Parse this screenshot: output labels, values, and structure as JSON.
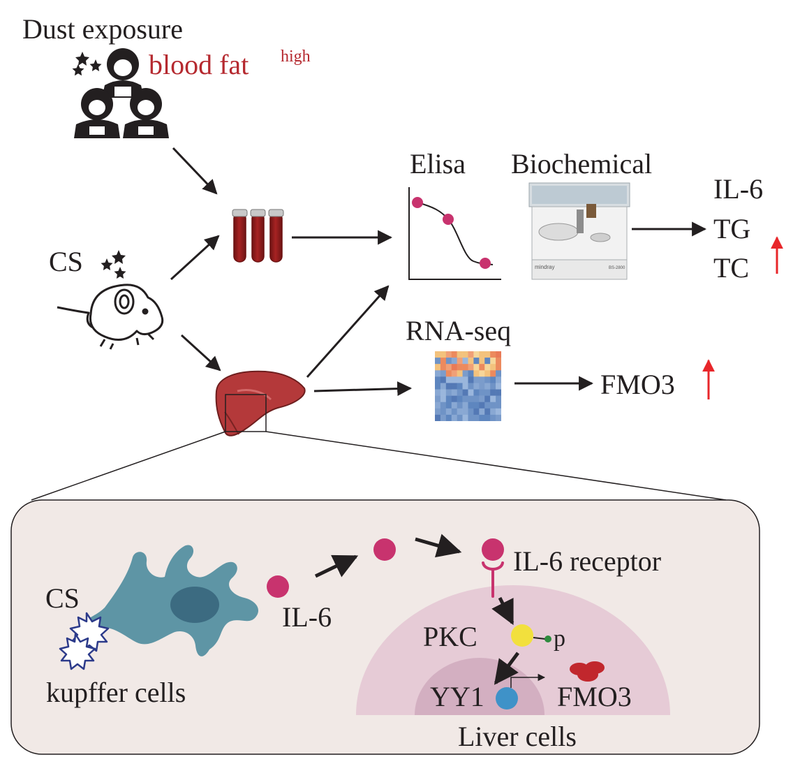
{
  "top": {
    "exposure_title": "Dust exposure",
    "blood_fat_label": "blood fat",
    "blood_fat_superscript": "high",
    "cs_label": "CS",
    "elisa_label": "Elisa",
    "biochemical_label": "Biochemical",
    "analyzer_brand": "mindray",
    "analyzer_model": "BS-2800",
    "biochem_results": [
      "IL-6",
      "TG",
      "TC"
    ],
    "rnaseq_label": "RNA-seq",
    "rnaseq_result": "FMO3"
  },
  "mechanism": {
    "cs_label": "CS",
    "kupffer_label": "kupffer cells",
    "il6_label": "IL-6",
    "receptor_label": "IL-6 receptor",
    "pkc_label": "PKC",
    "phospho_label": "p",
    "yy1_label": "YY1",
    "fmo3_label": "FMO3",
    "liver_cells_label": "Liver cells"
  },
  "colors": {
    "il6_particle": "#c8336e",
    "increase_arrow": "#e8262a",
    "blood_fat_text": "#b5292f",
    "panel_fill": "#f1e9e6",
    "liver_cell": "#e6cbd6",
    "nucleus": "#d3afc1",
    "kupffer_cell": "#5e95a5",
    "pkc_node": "#f2e03d",
    "yy1_node": "#3f92c8",
    "fmo3_protein": "#c1272d",
    "liver_organ": "#b4393a",
    "blood_tube": "#9a1d1d"
  }
}
